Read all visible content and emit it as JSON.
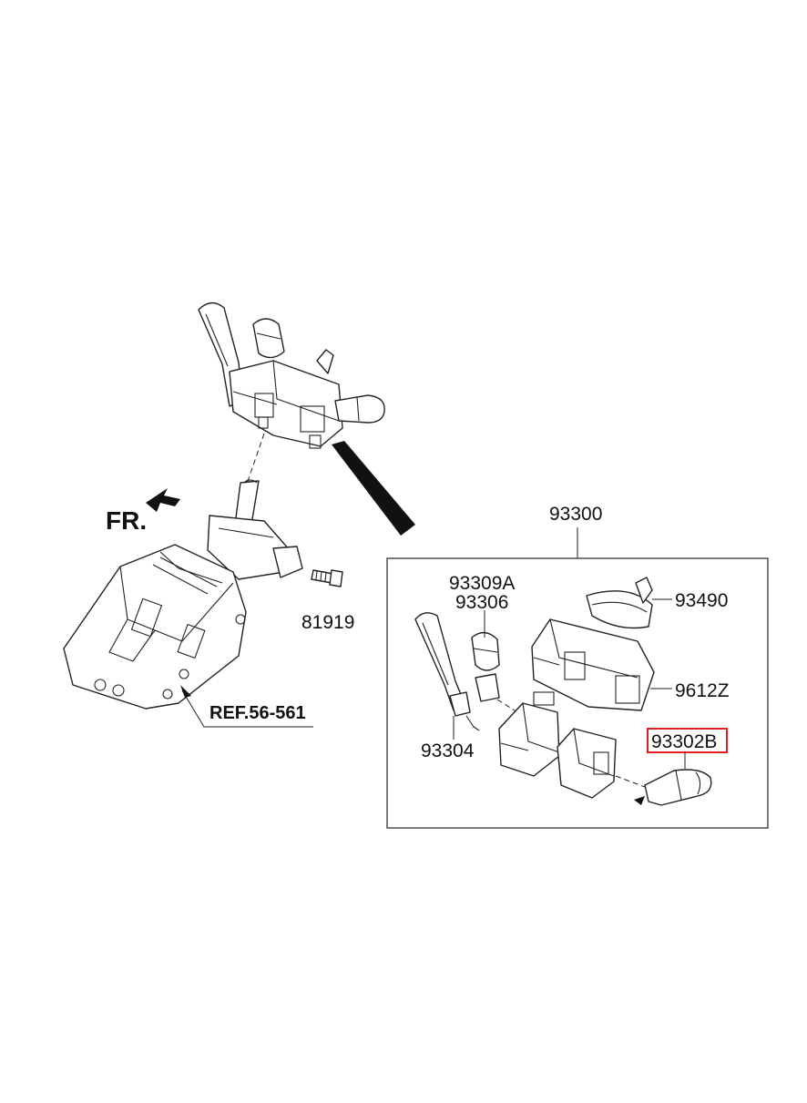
{
  "labels": {
    "fr": "FR.",
    "ref": "REF.56-561",
    "p81919": "81919",
    "p93300": "93300",
    "p93309a": "93309A",
    "p93306": "93306",
    "p93490": "93490",
    "p9612z": "9612Z",
    "p93304": "93304",
    "p93302b": "93302B"
  },
  "colors": {
    "highlight": "#e02020",
    "line": "#222222"
  },
  "highlighted_part": "93302B"
}
